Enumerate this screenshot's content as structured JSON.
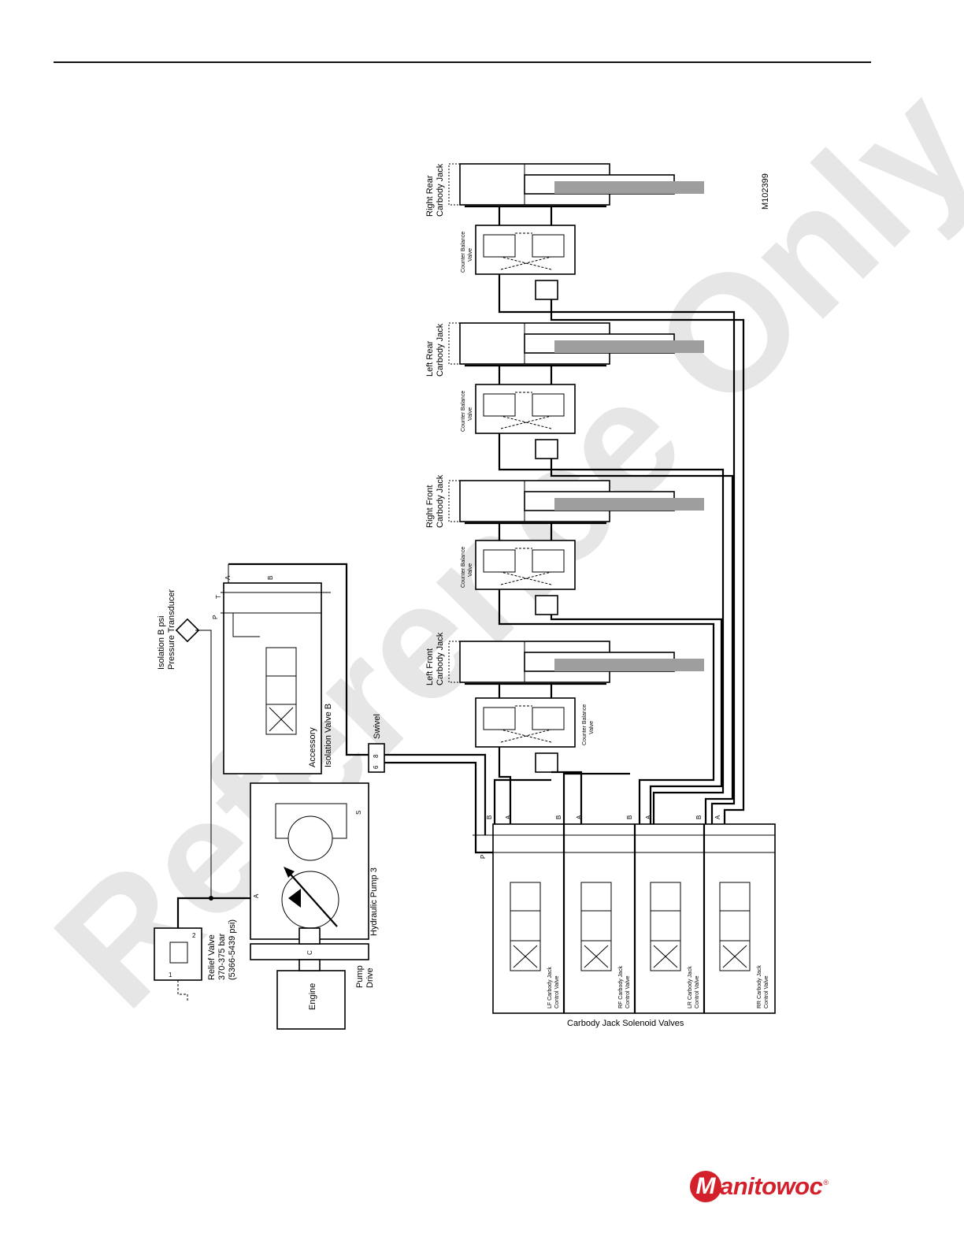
{
  "diagram": {
    "figure_id": "M102399",
    "watermark": "Reference Only",
    "jacks": [
      {
        "label1": "Left Front",
        "label2": "Carbody Jack"
      },
      {
        "label1": "Right Front",
        "label2": "Carbody Jack"
      },
      {
        "label1": "Left Rear",
        "label2": "Carbody Jack"
      },
      {
        "label1": "Right Rear",
        "label2": "Carbody Jack"
      }
    ],
    "counter_balance": {
      "line1": "Counter Balance",
      "line2": "Valve"
    },
    "isolation": {
      "transducer1": "Isolation B psi",
      "transducer2": "Pressure Transducer",
      "valve1": "Accessory",
      "valve2": "Isolation Valve B"
    },
    "swivel": {
      "label": "Swivel",
      "port_a": "6",
      "port_b": "8"
    },
    "relief": {
      "line1": "Relief Valve",
      "line2": "370-375 bar",
      "line3": "(5366-5439 psi)"
    },
    "pump": {
      "label": "Hydraulic Pump 3",
      "port_a": "A",
      "port_s": "S",
      "port_c": "C"
    },
    "pump_drive": {
      "line1": "Pump",
      "line2": "Drive"
    },
    "engine": "Engine",
    "solenoid_group": "Carbody Jack Solenoid Valves",
    "control_valves": [
      {
        "line1": "LF Carbody Jack",
        "line2": "Control Valve"
      },
      {
        "line1": "RF Carbody Jack",
        "line2": "Control Valve"
      },
      {
        "line1": "LR Carbody Jack",
        "line2": "Control Valve"
      },
      {
        "line1": "RR Carbody Jack",
        "line2": "Control Valve"
      }
    ],
    "port_labels": {
      "a": "A",
      "b": "B",
      "p": "P",
      "t": "T",
      "sol_a": "a",
      "sol_b": "b",
      "one": "1",
      "two": "2"
    }
  },
  "brand": {
    "mark": "M",
    "name": "anitowoc",
    "reg": "®",
    "color": "#d4202a"
  }
}
